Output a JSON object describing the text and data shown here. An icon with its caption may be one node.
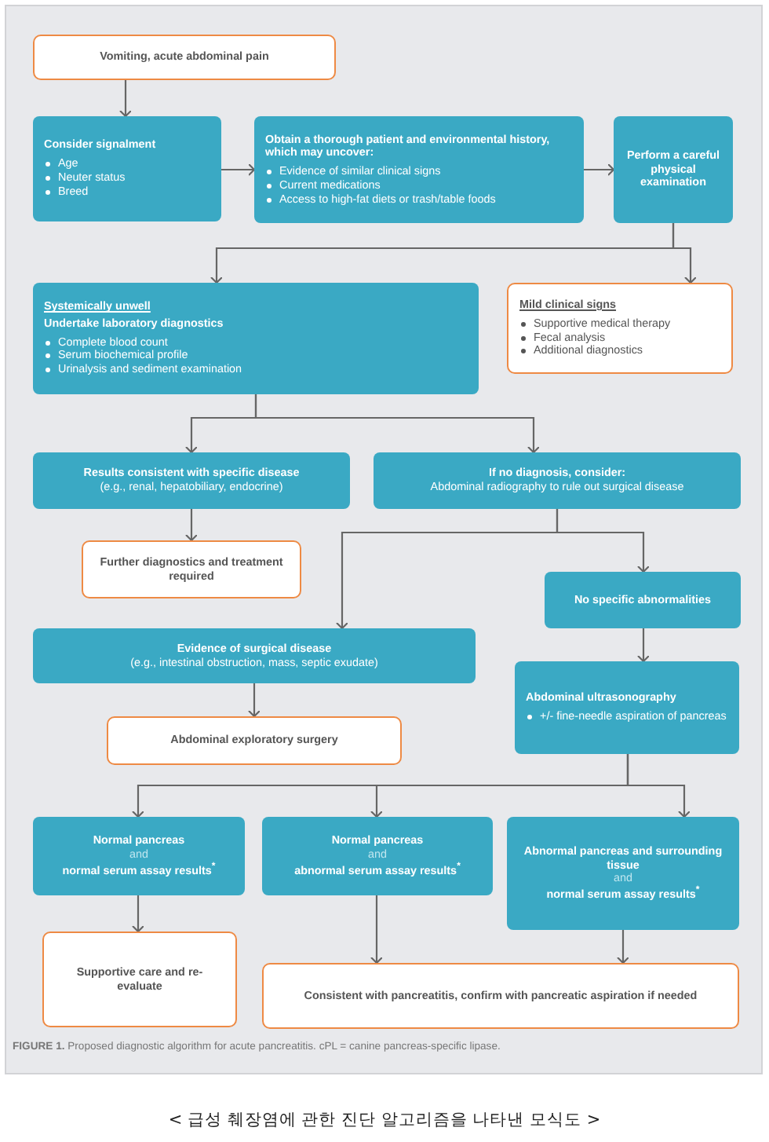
{
  "diagram": {
    "caption": "**FIGURE 1.** Proposed diagnostic algorithm for acute pancreatitis. cPL = canine pancreas-specific lipase.",
    "nodes": [
      {
        "text": [
          "Vomiting, acute abdominal pain"
        ]
      },
      {
        "text": [
          "Consider signalment",
          "Age",
          "Neuter status",
          "Breed"
        ]
      },
      {
        "text": [
          "Obtain a thorough patient and environmental history, which may uncover:",
          "Evidence of similar clinical signs",
          "Current medications",
          "Access to high-fat diets or trash/table foods"
        ]
      },
      {
        "text": [
          "Perform a careful physical examination"
        ]
      },
      {
        "text": [
          "Systemically unwell",
          "Undertake laboratory diagnostics",
          "Complete blood count",
          "Serum biochemical profile",
          "Urinalysis and sediment examination"
        ]
      },
      {
        "text": [
          "Mild clinical signs",
          "Supportive medical therapy",
          "Fecal analysis",
          "Additional diagnostics"
        ]
      },
      {
        "text": [
          "Results consistent with specific disease",
          "(e.g., renal, hepatobiliary, endocrine)"
        ]
      },
      {
        "text": [
          "If no diagnosis, consider:",
          "Abdominal radiography to rule out surgical disease"
        ]
      },
      {
        "text": [
          "Further diagnostics and treatment required"
        ]
      },
      {
        "text": [
          "No specific abnormalities"
        ]
      },
      {
        "text": [
          "Evidence of surgical disease",
          "(e.g., intestinal obstruction, mass, septic exudate)"
        ]
      },
      {
        "text": [
          "Abdominal ultrasonography",
          "+/- fine-needle aspiration of pancreas"
        ]
      },
      {
        "text": [
          "Abdominal exploratory surgery"
        ]
      },
      {
        "text": [
          "Normal pancreas",
          "and",
          "normal serum assay results$^{*}$"
        ]
      },
      {
        "text": [
          "Normal pancreas",
          "and",
          "abnormal serum assay results$^{*}$"
        ]
      },
      {
        "text": [
          "Abnormal pancreas and surrounding tissue",
          "and",
          "normal serum assay results$^{*}$"
        ]
      },
      {
        "text": [
          "Supportive care and re-evaluate"
        ]
      },
      {
        "text": [
          "Consistent with pancreatitis, confirm with pancreatic aspiration if needed"
        ]
      }
    ],
    "edges": [
      {
        "from": 0,
        "to": 1,
        "arrow": "to"
      },
      {
        "from": 1,
        "to": 2,
        "arrow": "to"
      },
      {
        "from": 2,
        "to": 3,
        "arrow": "to"
      },
      {
        "from": 3,
        "to": 4,
        "arrow": "to"
      },
      {
        "from": 3,
        "to": 5,
        "arrow": "to"
      },
      {
        "from": 4,
        "to": 6,
        "arrow": "to"
      },
      {
        "from": 4,
        "to": 7,
        "arrow": "to"
      },
      {
        "from": 6,
        "to": 8,
        "arrow": "to"
      },
      {
        "from": 7,
        "to": 10,
        "arrow": "to"
      },
      {
        "from": 7,
        "to": 9,
        "arrow": "to"
      },
      {
        "from": 10,
        "to": 12,
        "arrow": "to"
      },
      {
        "from": 9,
        "to": 11,
        "arrow": "to"
      },
      {
        "from": 11,
        "to": 13,
        "arrow": "to"
      },
      {
        "from": 11,
        "to": 14,
        "arrow": "to"
      },
      {
        "from": 11,
        "to": 15,
        "arrow": "to"
      },
      {
        "from": 13,
        "to": 16,
        "arrow": "to"
      },
      {
        "from": 14,
        "to": 17,
        "arrow": "to"
      },
      {
        "from": 15,
        "to": 17,
        "arrow": "to"
      }
    ],
    "labels": [
      "< 급성 췌장염에 관한 진단 알고리즘을 나타낸 모식도 >"
    ]
  }
}
